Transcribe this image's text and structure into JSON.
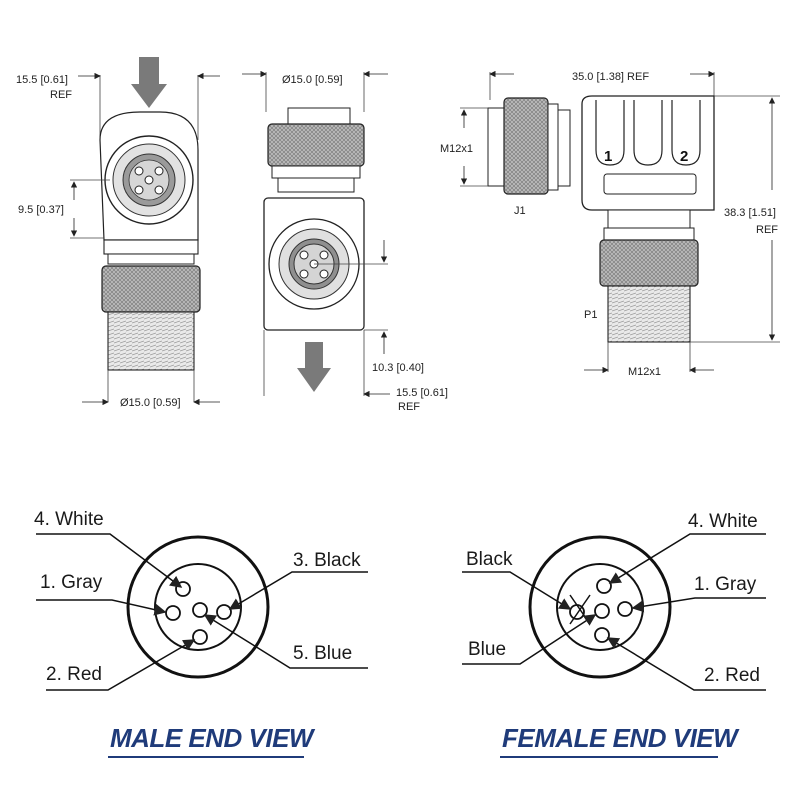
{
  "top_views": {
    "view1": {
      "width_ref_value": "15.5 [0.61]",
      "width_ref_suffix": "REF",
      "offset_dim": "9.5 [0.37]",
      "diameter_dim": "Ø15.0 [0.59]"
    },
    "view2": {
      "diameter_dim": "Ø15.0 [0.59]",
      "offset_dim": "10.3 [0.40]",
      "width_ref_value": "15.5 [0.61]",
      "width_ref_suffix": "REF"
    },
    "view3": {
      "length_dim": "35.0 [1.38] REF",
      "thread_top": "M12x1",
      "label_j1": "J1",
      "badge_1": "1",
      "badge_2": "2",
      "height_value": "38.3 [1.51]",
      "height_suffix": "REF",
      "label_p1": "P1",
      "thread_bottom": "M12x1"
    }
  },
  "pinouts": {
    "male": {
      "title": "MALE END VIEW",
      "pins": [
        "4. White",
        "1. Gray",
        "2. Red",
        "3. Black",
        "5. Blue"
      ]
    },
    "female": {
      "title": "FEMALE END VIEW",
      "pins": [
        "Black",
        "Blue",
        "4. White",
        "1. Gray",
        "2. Red"
      ]
    }
  },
  "colors": {
    "title_text": "#1f3b7a",
    "underline": "#1f3b7a",
    "arrow_fill": "#7a7a7a",
    "knurl": "#b5b5b5"
  }
}
